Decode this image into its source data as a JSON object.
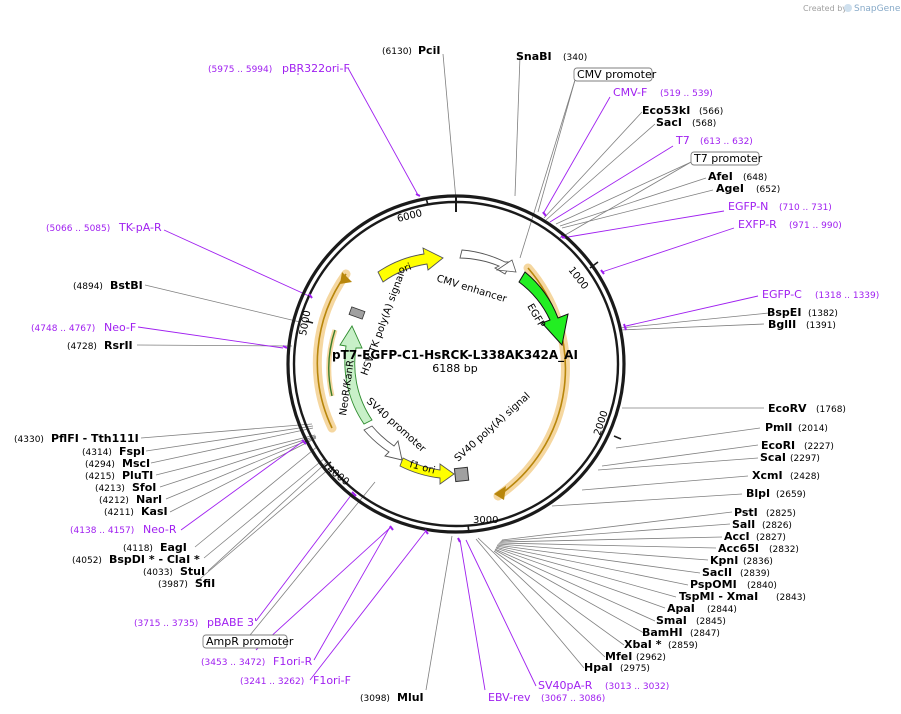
{
  "credit": {
    "prefix": "Created by",
    "brand": "SnapGene"
  },
  "plasmid": {
    "name": "pT7-EGFP-C1-HsRCK-L338AK342A_AI",
    "size_label": "6188 bp",
    "length": 6188
  },
  "ticks": [
    "1000",
    "2000",
    "3000",
    "4000",
    "5000",
    "6000"
  ],
  "features": [
    {
      "name": "EGFP"
    },
    {
      "name": "CMV enhancer"
    },
    {
      "name": "SV40 poly(A) signal"
    },
    {
      "name": "f1 ori"
    },
    {
      "name": "SV40 promoter"
    },
    {
      "name": "NeoR/KanR"
    },
    {
      "name": "HSV TK poly(A) signal"
    },
    {
      "name": "ori"
    }
  ],
  "labels": {
    "pcii": {
      "name": "PciI",
      "pos": "(6130)"
    },
    "pbr322ori_f": {
      "name": "pBR322ori-F",
      "range": "(5975 .. 5994)"
    },
    "snabi": {
      "name": "SnaBI",
      "pos": "(340)"
    },
    "cmv_promoter": {
      "name": "CMV promoter"
    },
    "cmv_f": {
      "name": "CMV-F",
      "range": "(519 .. 539)"
    },
    "eco53ki": {
      "name": "Eco53kI",
      "pos": "(566)"
    },
    "saci": {
      "name": "SacI",
      "pos": "(568)"
    },
    "t7": {
      "name": "T7",
      "range": "(613 .. 632)"
    },
    "t7_promoter": {
      "name": "T7 promoter"
    },
    "afei": {
      "name": "AfeI",
      "pos": "(648)"
    },
    "agei": {
      "name": "AgeI",
      "pos": "(652)"
    },
    "egfp_n": {
      "name": "EGFP-N",
      "range": "(710 .. 731)"
    },
    "exfp_r": {
      "name": "EXFP-R",
      "range": "(971 .. 990)"
    },
    "egfp_c": {
      "name": "EGFP-C",
      "range": "(1318 .. 1339)"
    },
    "bspei": {
      "name": "BspEI",
      "pos": "(1382)"
    },
    "bglii": {
      "name": "BglII",
      "pos": "(1391)"
    },
    "ecorv": {
      "name": "EcoRV",
      "pos": "(1768)"
    },
    "pmli": {
      "name": "PmlI",
      "pos": "(2014)"
    },
    "ecori": {
      "name": "EcoRI",
      "pos": "(2227)"
    },
    "scai": {
      "name": "ScaI",
      "pos": "(2297)"
    },
    "xcmi": {
      "name": "XcmI",
      "pos": "(2428)"
    },
    "blpi": {
      "name": "BlpI",
      "pos": "(2659)"
    },
    "psti": {
      "name": "PstI",
      "pos": "(2825)"
    },
    "sali": {
      "name": "SalI",
      "pos": "(2826)"
    },
    "acci": {
      "name": "AccI",
      "pos": "(2827)"
    },
    "acc65i": {
      "name": "Acc65I",
      "pos": "(2832)"
    },
    "kpni": {
      "name": "KpnI",
      "pos": "(2836)"
    },
    "sacii": {
      "name": "SacII",
      "pos": "(2839)"
    },
    "pspomi": {
      "name": "PspOMI",
      "pos": "(2840)"
    },
    "tspmi_xmai": {
      "name": "TspMI - XmaI",
      "pos": "(2843)"
    },
    "apai": {
      "name": "ApaI",
      "pos": "(2844)"
    },
    "smai": {
      "name": "SmaI",
      "pos": "(2845)"
    },
    "bamhi": {
      "name": "BamHI",
      "pos": "(2847)"
    },
    "xbai": {
      "name": "XbaI *",
      "pos": "(2859)"
    },
    "mfei": {
      "name": "MfeI",
      "pos": "(2962)"
    },
    "hpai": {
      "name": "HpaI",
      "pos": "(2975)"
    },
    "sv40pa_r": {
      "name": "SV40pA-R",
      "range": "(3013 .. 3032)"
    },
    "ebv_rev": {
      "name": "EBV-rev",
      "range": "(3067 .. 3086)"
    },
    "mlui": {
      "name": "MluI",
      "pos": "(3098)"
    },
    "f1ori_f": {
      "name": "F1ori-F",
      "range": "(3241 .. 3262)"
    },
    "f1ori_r": {
      "name": "F1ori-R",
      "range": "(3453 .. 3472)"
    },
    "ampr_promoter": {
      "name": "AmpR promoter"
    },
    "pbabe3": {
      "name": "pBABE 3'",
      "range": "(3715 .. 3735)"
    },
    "sfii": {
      "name": "SfiI",
      "pos": "(3987)"
    },
    "stui": {
      "name": "StuI",
      "pos": "(4033)"
    },
    "bspdi_clai": {
      "name": "BspDI * - ClaI *",
      "pos": "(4052)"
    },
    "eagi": {
      "name": "EagI",
      "pos": "(4118)"
    },
    "neo_r": {
      "name": "Neo-R",
      "range": "(4138 .. 4157)"
    },
    "kasi": {
      "name": "KasI",
      "pos": "(4211)"
    },
    "nari": {
      "name": "NarI",
      "pos": "(4212)"
    },
    "sfoi": {
      "name": "SfoI",
      "pos": "(4213)"
    },
    "pluti": {
      "name": "PluTI",
      "pos": "(4215)"
    },
    "msci": {
      "name": "MscI",
      "pos": "(4294)"
    },
    "fspi": {
      "name": "FspI",
      "pos": "(4314)"
    },
    "pflfi_tth111i": {
      "name": "PflFI - Tth111I",
      "pos": "(4330)"
    },
    "rsrii": {
      "name": "RsrII",
      "pos": "(4728)"
    },
    "neo_f": {
      "name": "Neo-F",
      "range": "(4748 .. 4767)"
    },
    "bstbi": {
      "name": "BstBI",
      "pos": "(4894)"
    },
    "tk_pa_r": {
      "name": "TK-pA-R",
      "range": "(5066 .. 5085)"
    }
  },
  "colors": {
    "backbone": "#1a1a1a",
    "primer": "#a020f0",
    "orf_highlight": "#f5d7a0",
    "orf_line": "#b8860b",
    "egfp": "#22ee22",
    "ori": "#ffff00",
    "neor": "#c8f0c8",
    "promoter_white": "#ffffff",
    "polya_gray": "#a0a0a0"
  }
}
